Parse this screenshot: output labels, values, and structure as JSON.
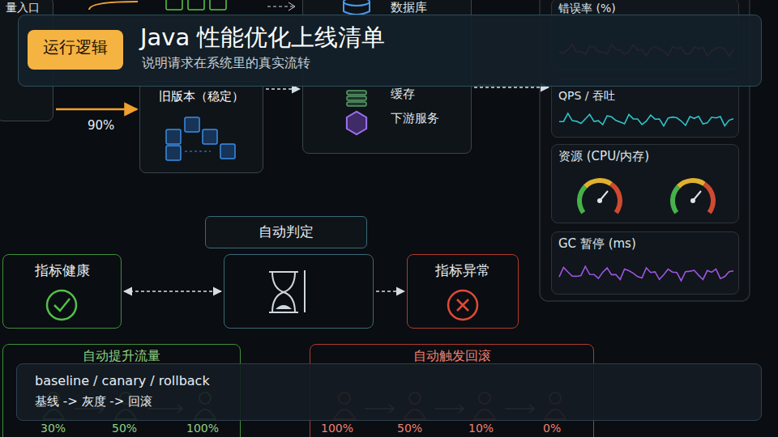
{
  "diagram": {
    "title": "Java 性能优化上线清单",
    "nodes": [
      {
        "text": [
          "运行逻辑"
        ]
      },
      {
        "text": [
          "量入口"
        ]
      },
      {
        "text": [
          "旧版本（稳定）"
        ]
      },
      {
        "text": [
          "数据库",
          "缓存",
          "下游服务"
        ]
      },
      {
        "text": [
          "错误率 (%)"
        ]
      },
      {
        "text": [
          "QPS / 吞吐"
        ]
      },
      {
        "text": [
          "资源 (CPU/内存)"
        ]
      },
      {
        "text": [
          "GC 暂停 (ms)"
        ]
      },
      {
        "text": [
          "自动判定"
        ]
      },
      {
        "text": [
          "指标健康"
        ]
      },
      {
        "text": [
          "指标异常"
        ]
      },
      {
        "text": [
          "自动提升流量"
        ]
      },
      {
        "text": [
          "自动触发回滚"
        ]
      },
      {
        "text": [
          "baseline / canary / rollback",
          "基线 -> 灰度 -> 回滚"
        ]
      }
    ],
    "edges": [
      {
        "from": 1,
        "to": 2,
        "arrow": "to",
        "label": "90%"
      },
      {
        "from": 2,
        "to": 3,
        "arrow": "to"
      },
      {
        "from": 3,
        "to": 5,
        "arrow": "to"
      },
      {
        "from": 9,
        "to": 8,
        "arrow": "both"
      },
      {
        "from": 8,
        "to": 10,
        "arrow": "to"
      }
    ],
    "labels": [
      "说明请求在系统里的真实流转",
      "30%",
      "50%",
      "100%",
      "100%",
      "50%",
      "10%",
      "0%"
    ]
  }
}
